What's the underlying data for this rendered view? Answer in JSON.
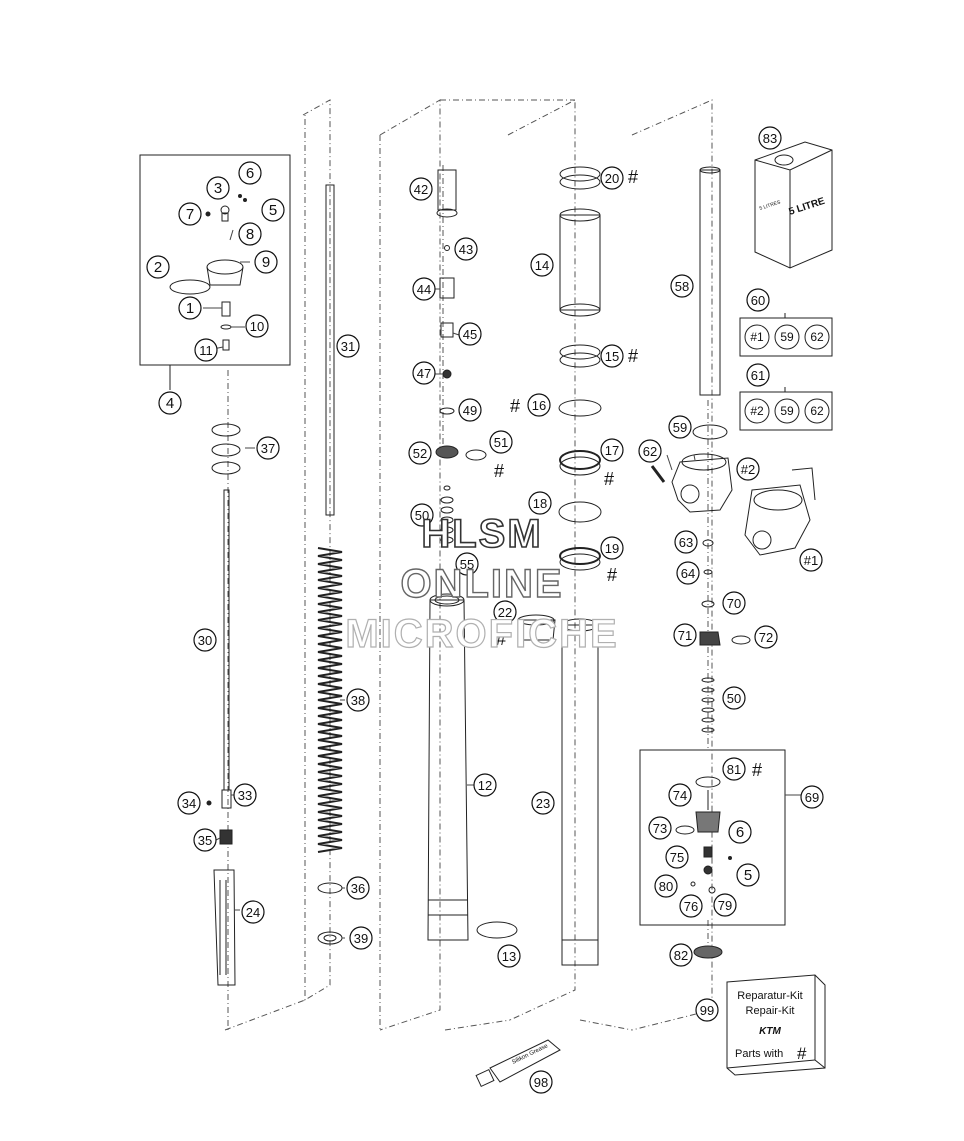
{
  "callouts": [
    {
      "n": "1"
    },
    {
      "n": "2"
    },
    {
      "n": "3"
    },
    {
      "n": "4"
    },
    {
      "n": "5"
    },
    {
      "n": "6"
    },
    {
      "n": "7"
    },
    {
      "n": "8"
    },
    {
      "n": "9"
    },
    {
      "n": "10"
    },
    {
      "n": "11"
    },
    {
      "n": "37"
    },
    {
      "n": "30"
    },
    {
      "n": "33"
    },
    {
      "n": "34"
    },
    {
      "n": "35"
    },
    {
      "n": "24"
    },
    {
      "n": "31"
    },
    {
      "n": "38"
    },
    {
      "n": "36"
    },
    {
      "n": "39"
    },
    {
      "n": "42"
    },
    {
      "n": "43"
    },
    {
      "n": "44"
    },
    {
      "n": "45"
    },
    {
      "n": "47"
    },
    {
      "n": "49"
    },
    {
      "n": "51"
    },
    {
      "n": "52"
    },
    {
      "n": "50"
    },
    {
      "n": "55"
    },
    {
      "n": "12"
    },
    {
      "n": "13"
    },
    {
      "n": "20"
    },
    {
      "n": "14"
    },
    {
      "n": "15"
    },
    {
      "n": "16"
    },
    {
      "n": "17"
    },
    {
      "n": "18"
    },
    {
      "n": "19"
    },
    {
      "n": "22"
    },
    {
      "n": "23"
    },
    {
      "n": "83"
    },
    {
      "n": "58"
    },
    {
      "n": "60"
    },
    {
      "n": "61"
    },
    {
      "n": "59"
    },
    {
      "n": "62"
    },
    {
      "n": "#2"
    },
    {
      "n": "#1"
    },
    {
      "n": "63"
    },
    {
      "n": "64"
    },
    {
      "n": "70"
    },
    {
      "n": "71"
    },
    {
      "n": "72"
    },
    {
      "n": "50"
    },
    {
      "n": "81"
    },
    {
      "n": "69"
    },
    {
      "n": "74"
    },
    {
      "n": "73"
    },
    {
      "n": "6"
    },
    {
      "n": "75"
    },
    {
      "n": "5"
    },
    {
      "n": "80"
    },
    {
      "n": "76"
    },
    {
      "n": "79"
    },
    {
      "n": "82"
    },
    {
      "n": "99"
    },
    {
      "n": "98"
    }
  ],
  "kit_60": [
    "#1",
    "59",
    "62"
  ],
  "kit_61": [
    "#2",
    "59",
    "62"
  ],
  "hash_mark": "#",
  "repair_kit_box": {
    "line1": "Reparatur-Kit",
    "line2": "Repair-Kit",
    "logo": "KTM",
    "line3": "Parts with",
    "line3_mark": "#"
  },
  "oil_can": {
    "label_big": "5 LITRE",
    "label_small": "5 LITRES"
  },
  "grease_tube": {
    "label": "Silikon Grease"
  },
  "watermark": [
    "HLSM",
    "ONLINE",
    "MICROFICHE"
  ]
}
